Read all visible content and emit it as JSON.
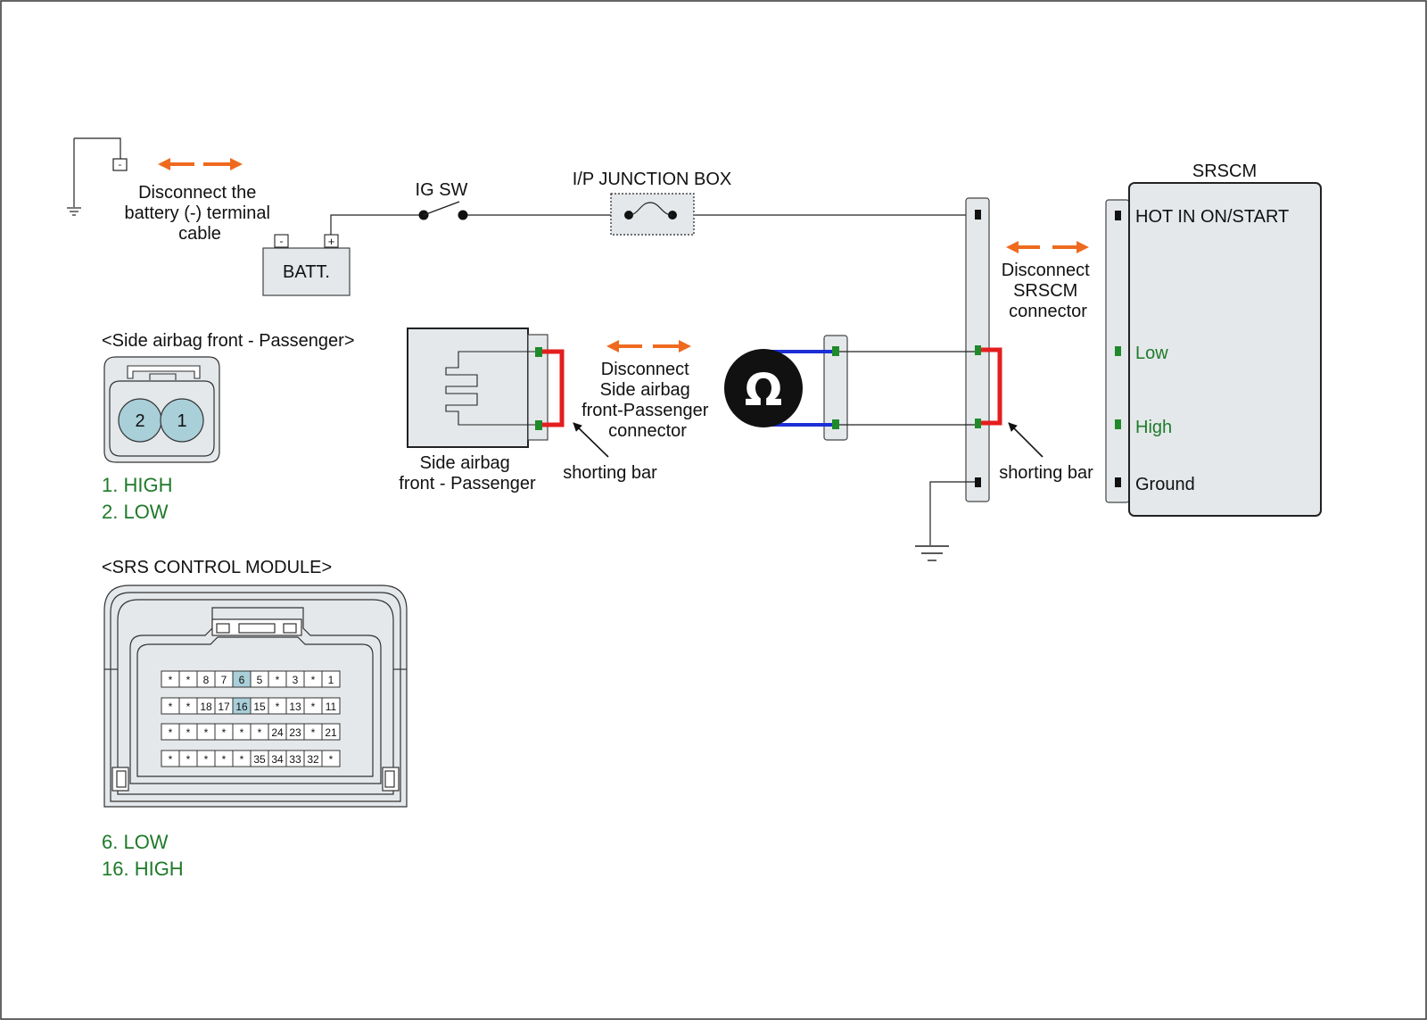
{
  "colors": {
    "wire": "#222222",
    "arrow": "#ef6a1f",
    "shorting_bar": "#e41e1e",
    "meter_lead": "#1c2fd6",
    "pin_green": "#1f8a2a",
    "pin_black": "#111111",
    "connector_fill": "#e4e8ea",
    "pin_highlight": "#a9cfd9",
    "label_green": "#1f7a2a"
  },
  "battery": {
    "label": "BATT.",
    "neg": "-",
    "pos": "+",
    "terminal_neg_icon": "-",
    "disconnect_text": [
      "Disconnect the",
      "battery (-) terminal",
      "cable"
    ]
  },
  "ig_switch": {
    "label": "IG SW"
  },
  "junction_box": {
    "label": "I/P JUNCTION BOX"
  },
  "srscm": {
    "title": "SRSCM",
    "pins": [
      "HOT IN ON/START",
      "Low",
      "High",
      "Ground"
    ],
    "disconnect_text": [
      "Disconnect",
      "SRSCM",
      "connector"
    ]
  },
  "airbag": {
    "caption": [
      "Side airbag",
      "front - Passenger"
    ],
    "disconnect_text": [
      "Disconnect",
      "Side airbag",
      "front-Passenger",
      "connector"
    ]
  },
  "meter": {
    "symbol": "Ω"
  },
  "shorting_bar_label": "shorting bar",
  "connector_view": {
    "title": "<Side airbag front - Passenger>",
    "pins": [
      "2",
      "1"
    ],
    "legend": [
      "1. HIGH",
      "2. LOW"
    ]
  },
  "srs_module_view": {
    "title": "<SRS CONTROL MODULE>",
    "rows": [
      [
        "*",
        "*",
        "8",
        "7",
        "6",
        "5",
        "*",
        "3",
        "*",
        "1"
      ],
      [
        "*",
        "*",
        "18",
        "17",
        "16",
        "15",
        "*",
        "13",
        "*",
        "11"
      ],
      [
        "*",
        "*",
        "*",
        "*",
        "*",
        "*",
        "24",
        "23",
        "*",
        "21"
      ],
      [
        "*",
        "*",
        "*",
        "*",
        "*",
        "35",
        "34",
        "33",
        "32",
        "*"
      ]
    ],
    "highlighted": [
      "6",
      "16"
    ],
    "legend": [
      "6. LOW",
      "16. HIGH"
    ]
  }
}
